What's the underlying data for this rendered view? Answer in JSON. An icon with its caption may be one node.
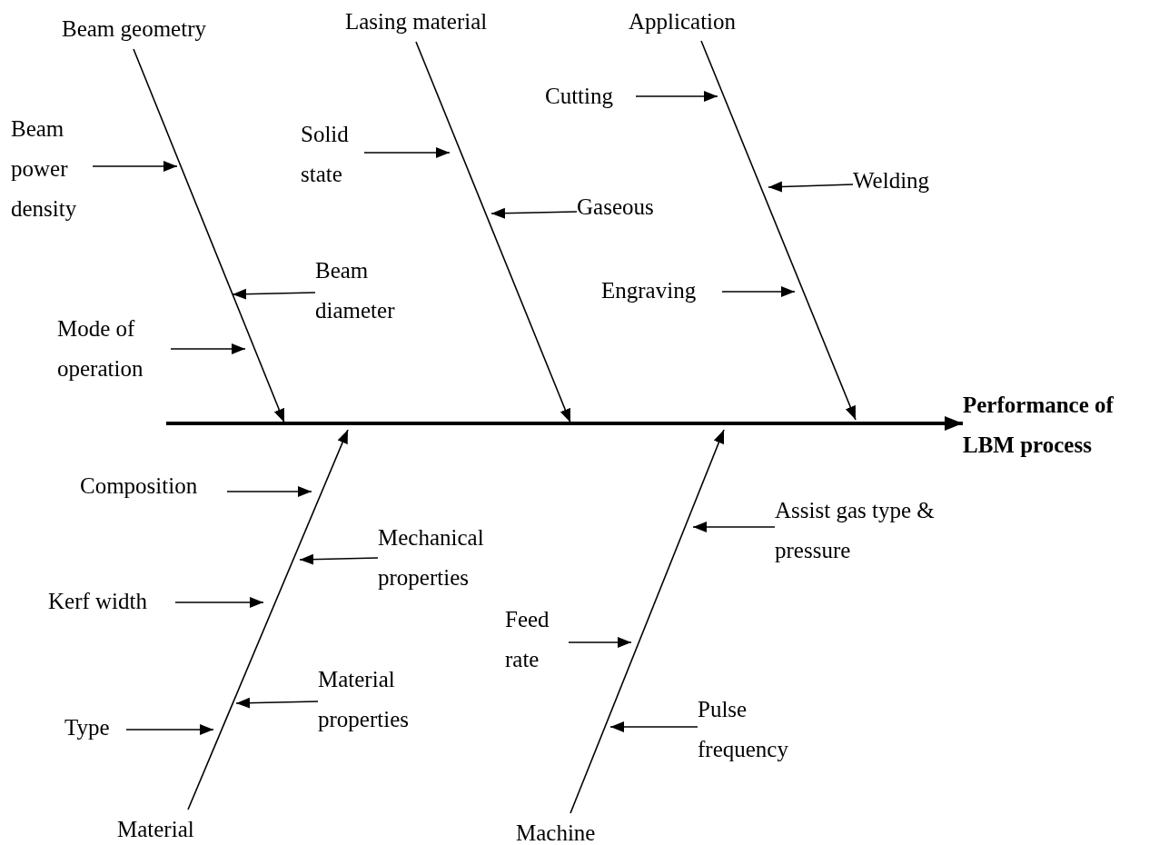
{
  "diagram": {
    "nodes": [
      {
        "text": [
          "Beam geometry"
        ]
      },
      {
        "text": [
          "Lasing material"
        ]
      },
      {
        "text": [
          "Application"
        ]
      },
      {
        "text": [
          "Cutting"
        ]
      },
      {
        "text": [
          "Beam power density"
        ]
      },
      {
        "text": [
          "Solid state"
        ]
      },
      {
        "text": [
          "Welding"
        ]
      },
      {
        "text": [
          "Gaseous"
        ]
      },
      {
        "text": [
          "Beam diameter"
        ]
      },
      {
        "text": [
          "Engraving"
        ]
      },
      {
        "text": [
          "Mode of operation"
        ]
      },
      {
        "text": [
          "Performance of LBM process"
        ]
      },
      {
        "text": [
          "Composition"
        ]
      },
      {
        "text": [
          "Assist gas type & pressure"
        ]
      },
      {
        "text": [
          "Mechanical properties"
        ]
      },
      {
        "text": [
          "Kerf width"
        ]
      },
      {
        "text": [
          "Feed rate"
        ]
      },
      {
        "text": [
          "Material properties"
        ]
      },
      {
        "text": [
          "Type"
        ]
      },
      {
        "text": [
          "Pulse frequency"
        ]
      },
      {
        "text": [
          "Material"
        ]
      },
      {
        "text": [
          "Machine"
        ]
      }
    ],
    "edges": [
      {
        "from": null,
        "to": 11,
        "arrow": "to",
        "style": "thick"
      },
      {
        "from": 0,
        "to": null,
        "arrow": "to"
      },
      {
        "from": 1,
        "to": null,
        "arrow": "to"
      },
      {
        "from": 2,
        "to": null,
        "arrow": "to"
      },
      {
        "from": 20,
        "to": null,
        "arrow": "to"
      },
      {
        "from": 21,
        "to": null,
        "arrow": "to"
      },
      {
        "from": 3,
        "to": null,
        "arrow": "to"
      },
      {
        "from": 4,
        "to": null,
        "arrow": "to"
      },
      {
        "from": 5,
        "to": null,
        "arrow": "to"
      },
      {
        "from": 6,
        "to": null,
        "arrow": "to"
      },
      {
        "from": 7,
        "to": null,
        "arrow": "to"
      },
      {
        "from": 8,
        "to": null,
        "arrow": "to"
      },
      {
        "from": 9,
        "to": null,
        "arrow": "to"
      },
      {
        "from": 10,
        "to": null,
        "arrow": "to"
      },
      {
        "from": 12,
        "to": null,
        "arrow": "to"
      },
      {
        "from": 13,
        "to": null,
        "arrow": "to"
      },
      {
        "from": 14,
        "to": null,
        "arrow": "to"
      },
      {
        "from": 15,
        "to": null,
        "arrow": "to"
      },
      {
        "from": 16,
        "to": null,
        "arrow": "to"
      },
      {
        "from": 17,
        "to": null,
        "arrow": "to"
      },
      {
        "from": 18,
        "to": null,
        "arrow": "to"
      },
      {
        "from": 19,
        "to": null,
        "arrow": "to"
      }
    ]
  }
}
